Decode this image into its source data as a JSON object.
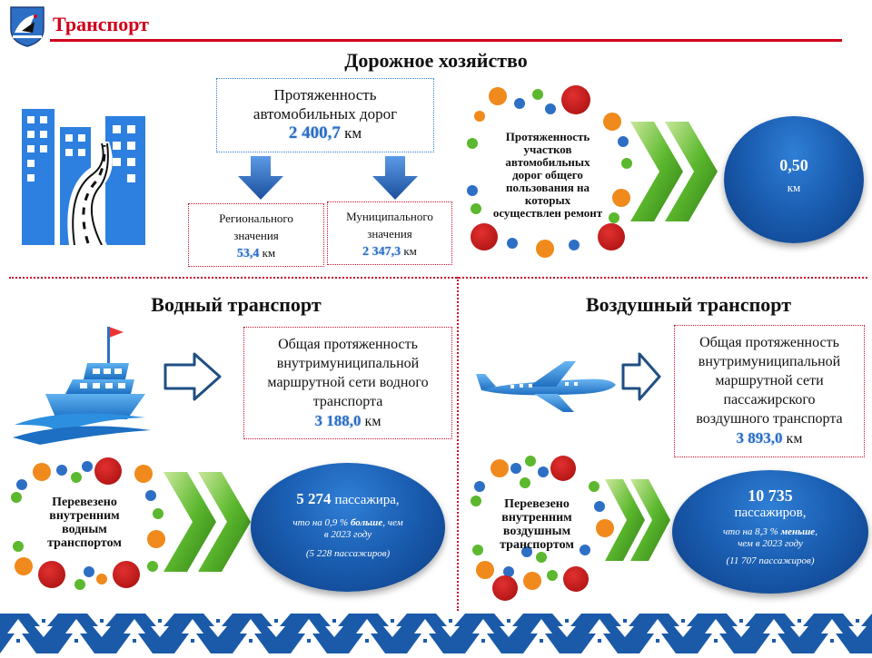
{
  "header": {
    "title": "Транспорт"
  },
  "road": {
    "section_title": "Дорожное хозяйство",
    "length_box": {
      "line1": "Протяженность",
      "line2": "автомобильных дорог",
      "value": "2 400,7",
      "unit": "км"
    },
    "regional": {
      "line1": "Регионального",
      "line2": "значения",
      "value": "53,4",
      "unit": "км"
    },
    "municipal": {
      "line1": "Муниципального",
      "line2": "значения",
      "value": "2 347,3",
      "unit": "км"
    },
    "repair_label": [
      "Протяженность",
      "участков",
      "автомобильных",
      "дорог общего",
      "пользования на",
      "которых",
      "осуществлен ремонт"
    ],
    "repair_value": "0,50",
    "repair_unit": "км"
  },
  "water": {
    "section_title": "Водный транспорт",
    "route_box": {
      "lines": [
        "Общая протяженность",
        "внутримуниципальной",
        "маршрутной сети водного",
        "транспорта"
      ],
      "value": "3 188,0",
      "unit": "км"
    },
    "ring_label": [
      "Перевезено",
      "внутренним",
      "водным",
      "транспортом"
    ],
    "passengers_value": "5 274",
    "passengers_unit": "пассажира,",
    "compare_pre": "что на 0,9 %",
    "compare_word": "больше",
    "compare_post": ", чем",
    "compare_line2": "в 2023 году",
    "prev": "(5 228 пассажиров)"
  },
  "air": {
    "section_title": "Воздушный транспорт",
    "route_box": {
      "lines": [
        "Общая протяженность",
        "внутримуниципальной",
        "маршрутной сети",
        "пассажирского",
        "воздушного транспорта"
      ],
      "value": "3 893,0",
      "unit": "км"
    },
    "ring_label": [
      "Перевезено",
      "внутренним",
      "воздушным",
      "транспортом"
    ],
    "passengers_value": "10 735",
    "passengers_unit": "пассажиров,",
    "compare_pre": "что на 8,3 %",
    "compare_word": "меньше",
    "compare_post": ",",
    "compare_line2": "чем в 2023 году",
    "prev": "(11 707 пассажиров)"
  },
  "colors": {
    "accent_red": "#d0021b",
    "blue": "#1b5fb3",
    "green": "#5cb82e",
    "orange": "#f08a1c"
  }
}
